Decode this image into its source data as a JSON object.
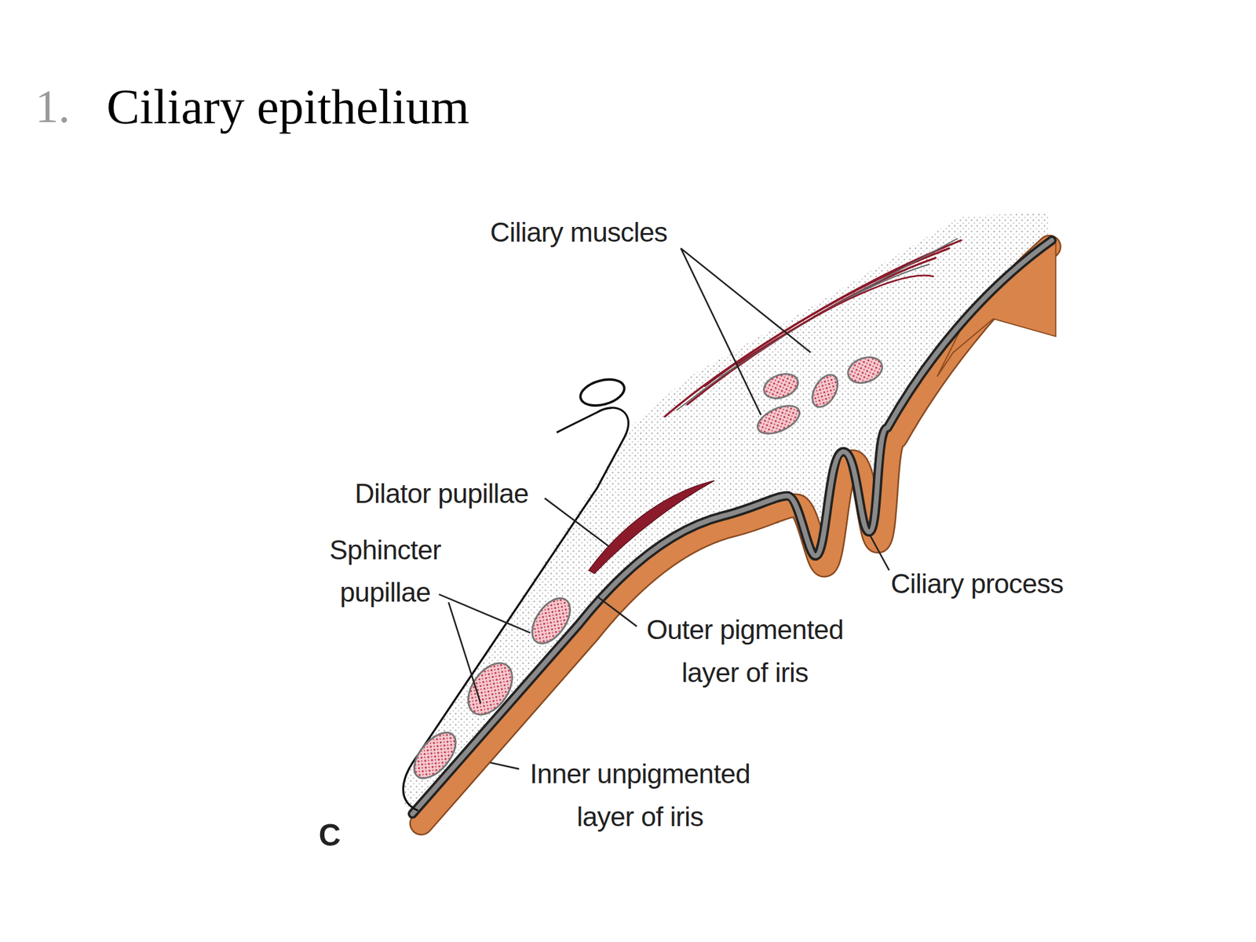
{
  "diagram": {
    "title": "Ciliary epithelium",
    "labels": [
      "1.",
      "Ciliary muscles",
      "Dilator pupillae",
      "Sphincter pupillae",
      "Ciliary process",
      "Outer pigmented layer of iris",
      "Inner unpigmented layer of iris",
      "C"
    ]
  }
}
